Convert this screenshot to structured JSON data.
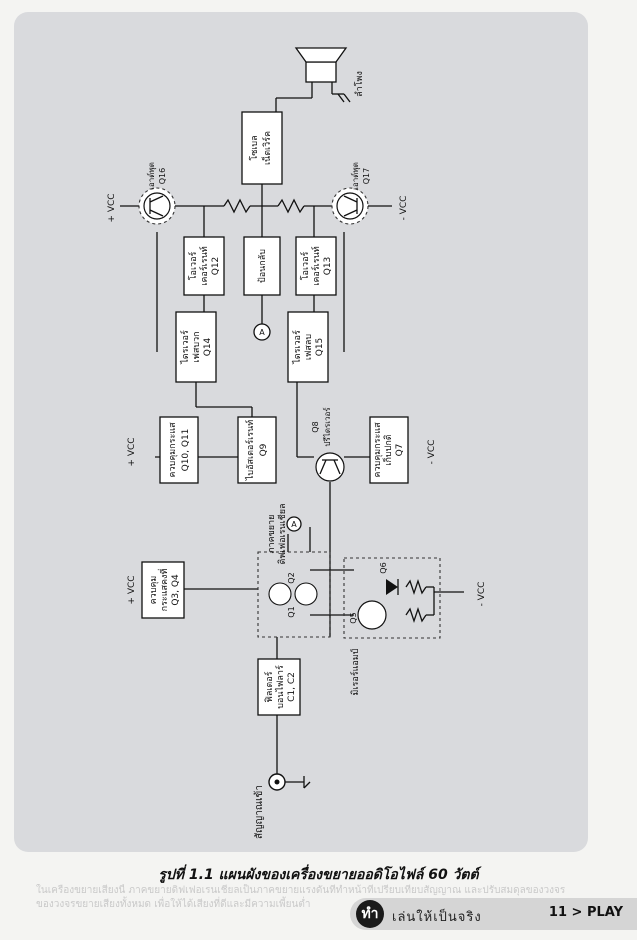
{
  "diagram": {
    "blocks": {
      "input_label": "สัญญาณเข้า",
      "filter": [
        "ฟิลเตอร์",
        "บอนไฟลาร์",
        "C1, C2"
      ],
      "current_src1": [
        "ควบคุม",
        "กระแสคงที่",
        "Q3, Q4"
      ],
      "diff_amp": [
        "ภาคขยาย",
        "ดิฟเฟอเรนเชียล"
      ],
      "q1": "Q1",
      "q2": "Q2",
      "current_mirror": "มิเรอร์แอมป์",
      "q5": "Q5",
      "q6": "Q6",
      "current_src2": [
        "ควบคุมกระแส",
        "Q10, Q11"
      ],
      "vbias": [
        "ไบอัสเตอร์เรนท์",
        "Q9"
      ],
      "q8": [
        "Q8",
        "ปรีไดรเวอร์"
      ],
      "current_src3": [
        "ควบคุมกระแส",
        "เก็บปกติ",
        "Q7"
      ],
      "drv_pos": [
        "ไดรเวอร์",
        "เฟสบวก",
        "Q14"
      ],
      "drv_neg": [
        "ไดรเวอร์",
        "เฟสลบ",
        "Q15"
      ],
      "prot_pos": [
        "โอเวอร์",
        "เคอร์เรนท์",
        "Q12"
      ],
      "prot_neg": [
        "โอเวอร์",
        "เคอร์เรนท์",
        "Q13"
      ],
      "feedback": "ป้อนกลับ",
      "output_net": [
        "โซเบล",
        "เน็ตเวิร์ค"
      ],
      "q16": [
        "เอาต์พุต",
        "Q16"
      ],
      "q17": [
        "เอาต์พุต",
        "Q17"
      ],
      "speaker": "ลำโพง",
      "node_a": "A"
    },
    "rails": {
      "pos": "+ VCC",
      "neg": "- VCC"
    }
  },
  "caption": "รูปที่ 1.1 แผนผังของเครื่องขยายออดิโอไฟล์ 60 วัตต์",
  "ghost_text": [
    "ในเครื่องขยายเสียงนี้ ภาคขยายดิฟเฟอเรนเชียลเป็นภาคขยายแรงดันที่ทำหน้าที่เปรียบเทียบสัญญาณ และปรับสมดุลของวงจร",
    "ของวงจรขยายเสียงทั้งหมด เพื่อให้ได้เสียงที่ดีและมีความเพี้ยนต่ำ"
  ],
  "footer": {
    "badge": "ทำ",
    "brand": "เล่นให้เป็นจริง",
    "page_label": "11 > PLAY"
  }
}
